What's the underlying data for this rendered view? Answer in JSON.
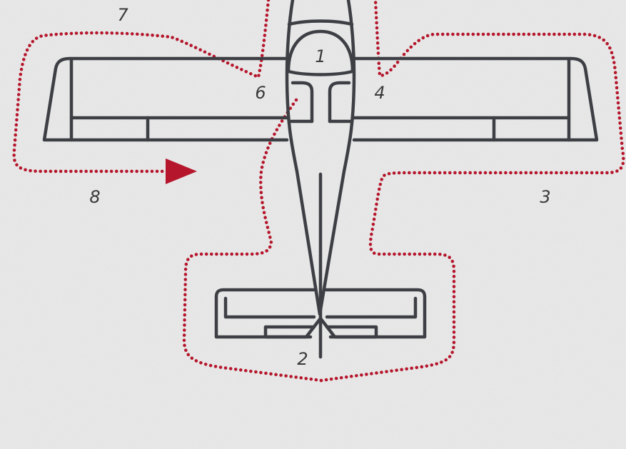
{
  "colors": {
    "background": "#e9e9e9",
    "airplane_outline": "#3d3f44",
    "walkaround_path": "#b5162b",
    "label_text": "#3a3a3a"
  },
  "icons": {
    "direction_arrow": "triangle-arrow-right",
    "airplane": "airplane-top-view-outline"
  },
  "labels": {
    "p1": "1",
    "p2": "2",
    "p3": "3",
    "p4": "4",
    "p6": "6",
    "p7": "7",
    "p8": "8"
  }
}
